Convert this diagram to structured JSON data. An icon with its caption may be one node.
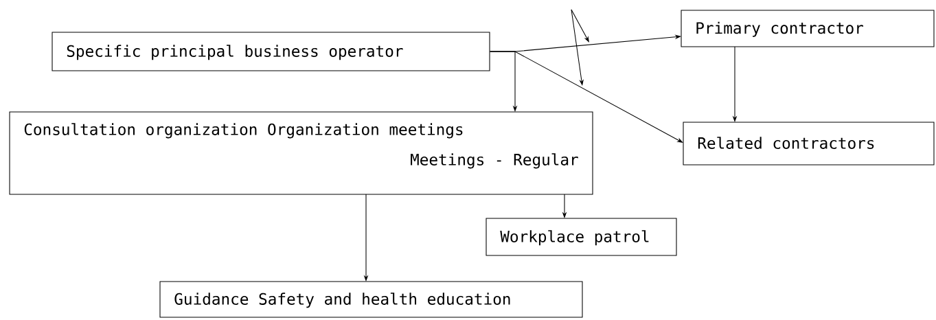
{
  "diagram": {
    "nodes": [
      {
        "text": [
          "Specific principal business operator"
        ]
      },
      {
        "text": [
          "Primary contractor"
        ]
      },
      {
        "text": [
          "Consultation organization Organization meetings",
          "Meetings - Regular"
        ]
      },
      {
        "text": [
          "Related contractors"
        ]
      },
      {
        "text": [
          "Workplace patrol"
        ]
      },
      {
        "text": [
          "Guidance Safety and health education"
        ]
      }
    ],
    "edges": [
      {
        "from": 0,
        "to": 1,
        "arrow": "to"
      },
      {
        "from": 0,
        "to": 2,
        "arrow": "to"
      },
      {
        "from": 0,
        "to": 3,
        "arrow": "to"
      },
      {
        "from": 1,
        "to": 3,
        "arrow": "to"
      },
      {
        "from": 2,
        "to": 4,
        "arrow": "to"
      },
      {
        "from": 2,
        "to": 5,
        "arrow": "to"
      }
    ]
  }
}
